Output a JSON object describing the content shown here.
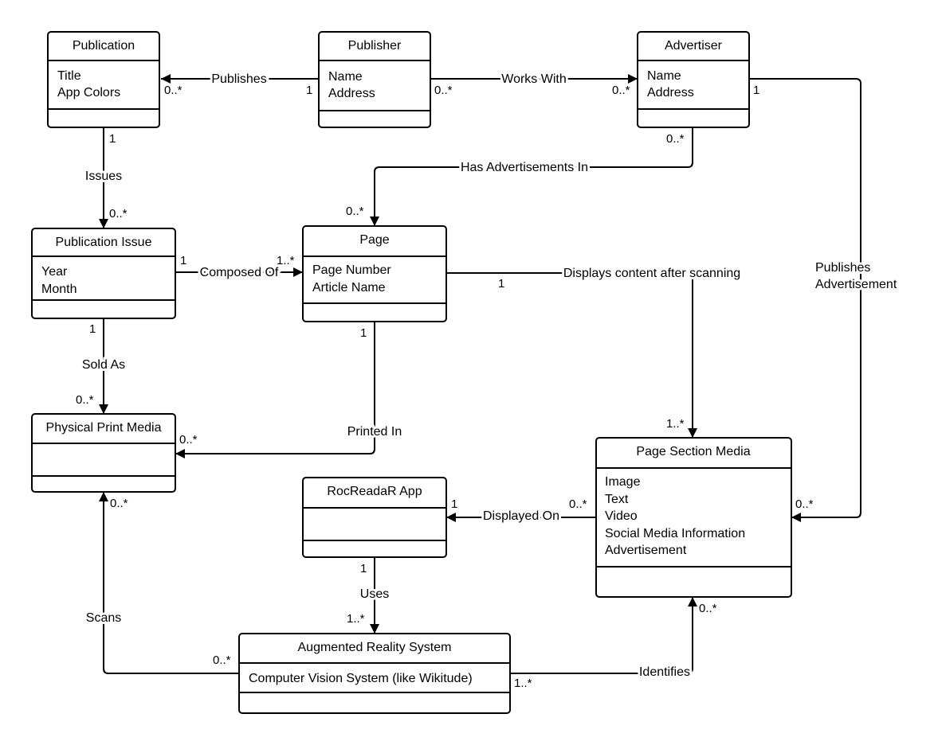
{
  "classes": [
    {
      "id": "publication",
      "name": "Publication",
      "attributes": [
        "Title",
        "App Colors"
      ]
    },
    {
      "id": "publisher",
      "name": "Publisher",
      "attributes": [
        "Name",
        "Address"
      ]
    },
    {
      "id": "advertiser",
      "name": "Advertiser",
      "attributes": [
        "Name",
        "Address"
      ]
    },
    {
      "id": "publication_issue",
      "name": "Publication Issue",
      "attributes": [
        "Year",
        "Month"
      ]
    },
    {
      "id": "page",
      "name": "Page",
      "attributes": [
        "Page Number",
        "Article Name"
      ]
    },
    {
      "id": "physical_print_media",
      "name": "Physical Print Media",
      "attributes": []
    },
    {
      "id": "rocreadar_app",
      "name": "RocReadaR App",
      "attributes": []
    },
    {
      "id": "page_section_media",
      "name": "Page Section Media",
      "attributes": [
        "Image",
        "Text",
        "Video",
        "Social Media Information",
        "Advertisement"
      ]
    },
    {
      "id": "ar_system",
      "name": "Augmented Reality System",
      "attributes": [
        "Computer Vision System (like Wikitude)"
      ]
    }
  ],
  "associations": [
    {
      "id": "publishes",
      "label": "Publishes",
      "from": "publisher",
      "to": "publication",
      "from_mult": "1",
      "to_mult": "0..*"
    },
    {
      "id": "works_with",
      "label": "Works With",
      "from": "publisher",
      "to": "advertiser",
      "from_mult": "0..*",
      "to_mult": "0..*"
    },
    {
      "id": "has_ads_in",
      "label": "Has Advertisements In",
      "from": "advertiser",
      "to": "page",
      "from_mult": "0..*",
      "to_mult": "0..*"
    },
    {
      "id": "publishes_ad",
      "label": "Publishes Advertisement",
      "from": "advertiser",
      "to": "page_section_media",
      "from_mult": "1",
      "to_mult": "0..*"
    },
    {
      "id": "issues",
      "label": "Issues",
      "from": "publication",
      "to": "publication_issue",
      "from_mult": "1",
      "to_mult": "0..*"
    },
    {
      "id": "composed_of",
      "label": "Composed Of",
      "from": "publication_issue",
      "to": "page",
      "from_mult": "1",
      "to_mult": "1..*"
    },
    {
      "id": "displays_content",
      "label": "Displays content after scanning",
      "from": "page",
      "to": "page_section_media",
      "from_mult": "1",
      "to_mult": "1..*"
    },
    {
      "id": "sold_as",
      "label": "Sold As",
      "from": "publication_issue",
      "to": "physical_print_media",
      "from_mult": "1",
      "to_mult": "0..*"
    },
    {
      "id": "printed_in",
      "label": "Printed In",
      "from": "page",
      "to": "physical_print_media",
      "from_mult": "1",
      "to_mult": "0..*"
    },
    {
      "id": "displayed_on",
      "label": "Displayed On",
      "from": "page_section_media",
      "to": "rocreadar_app",
      "from_mult": "0..*",
      "to_mult": "1"
    },
    {
      "id": "uses",
      "label": "Uses",
      "from": "rocreadar_app",
      "to": "ar_system",
      "from_mult": "1",
      "to_mult": "1..*"
    },
    {
      "id": "scans",
      "label": "Scans",
      "from": "ar_system",
      "to": "physical_print_media",
      "from_mult": "0..*",
      "to_mult": "0..*"
    },
    {
      "id": "identifies",
      "label": "Identifies",
      "from": "ar_system",
      "to": "page_section_media",
      "from_mult": "1..*",
      "to_mult": "0..*"
    }
  ]
}
